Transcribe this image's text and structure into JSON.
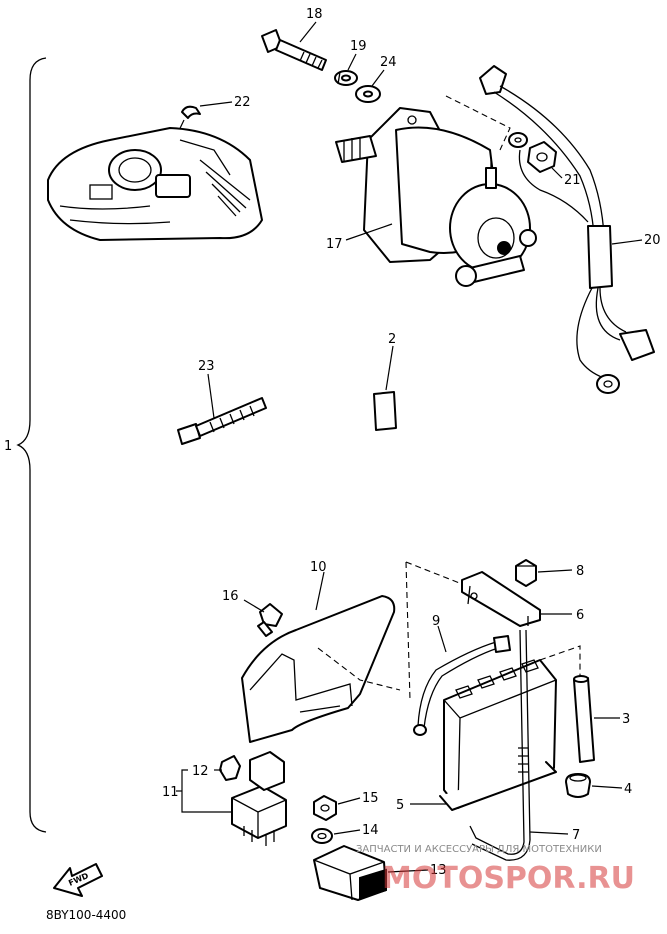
{
  "diagram": {
    "code": "8BY100-4400",
    "fwd_label": "FWD",
    "watermark": {
      "caption": "ЗАПЧАСТИ И АКСЕССУАРЫ ДЛЯ МОТОТЕХНИКИ",
      "brand": "MOTOSPOR.RU"
    },
    "callouts": {
      "c1": "1",
      "c2": "2",
      "c3": "3",
      "c4": "4",
      "c5": "5",
      "c6": "6",
      "c7": "7",
      "c8": "8",
      "c9": "9",
      "c10": "10",
      "c11": "11",
      "c12": "12",
      "c13": "13",
      "c14": "14",
      "c15": "15",
      "c16": "16",
      "c17": "17",
      "c18": "18",
      "c19": "19",
      "c20": "20",
      "c21": "21",
      "c22": "22",
      "c23": "23",
      "c24": "24"
    }
  }
}
